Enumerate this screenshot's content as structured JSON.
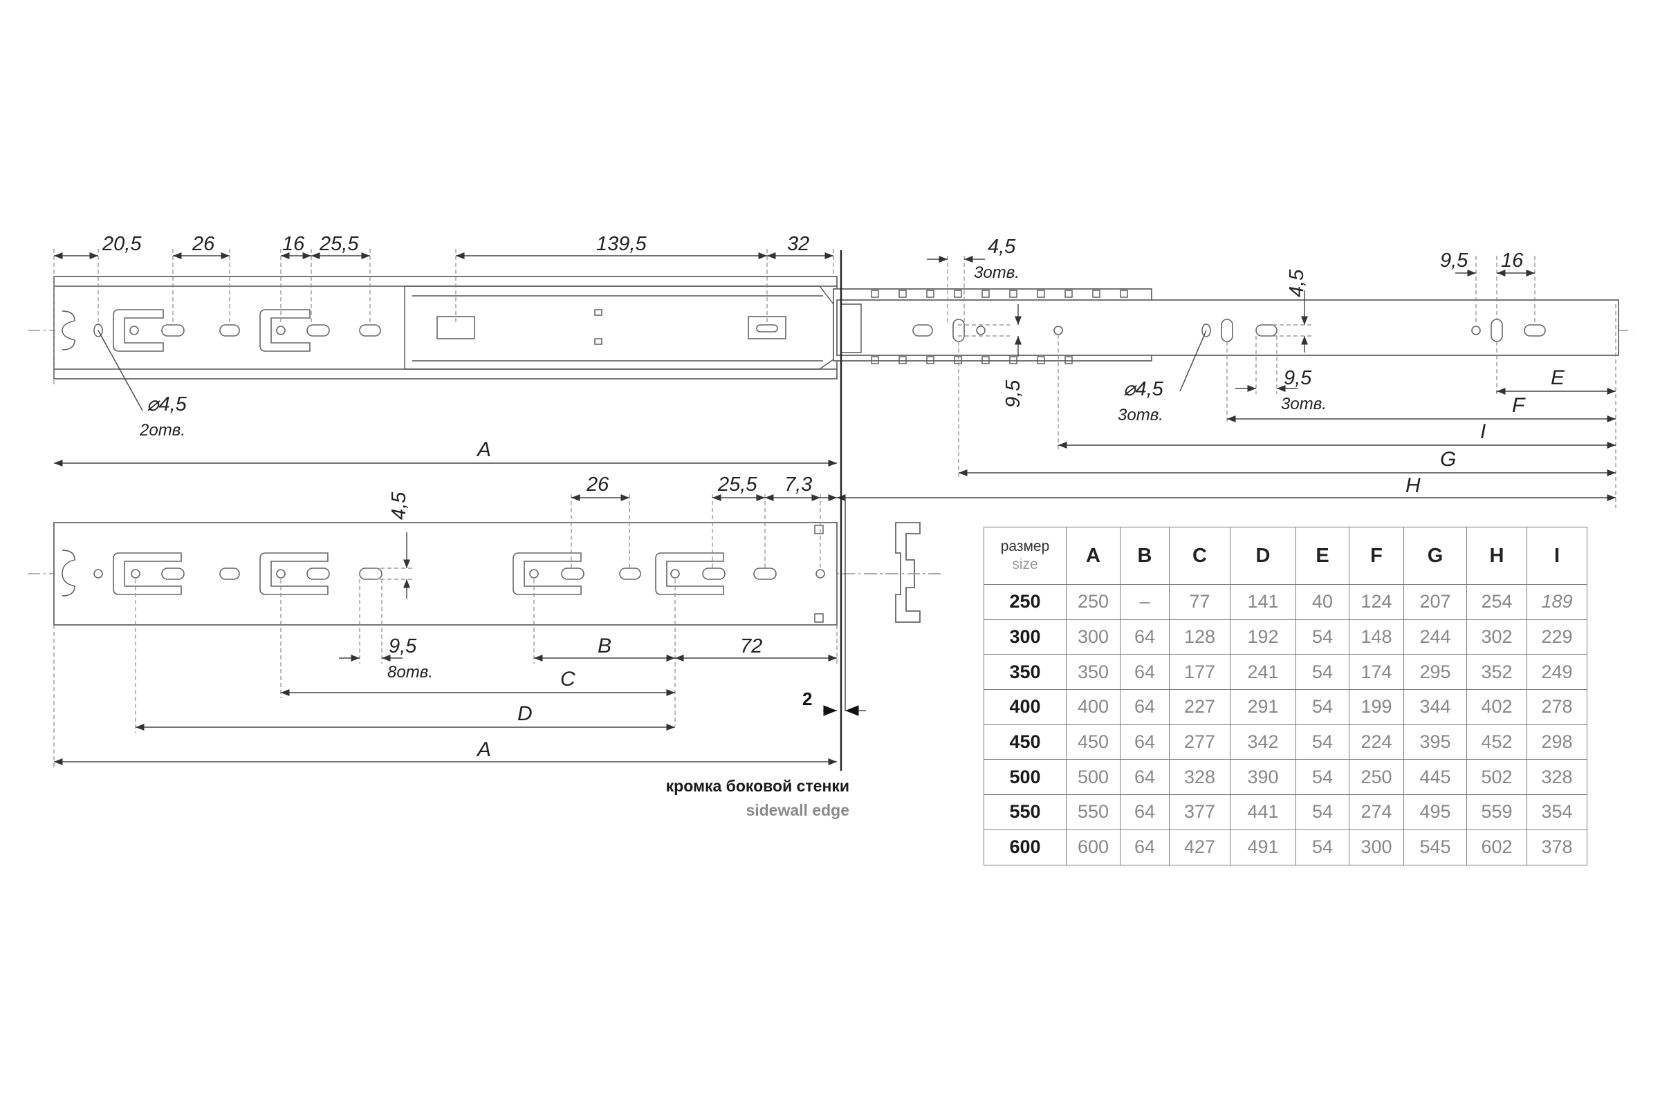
{
  "top_view": {
    "dims": [
      "20,5",
      "26",
      "16",
      "25,5",
      "139,5",
      "32"
    ],
    "hole_note": {
      "dia": "⌀4,5",
      "count": "2отв."
    },
    "length_label": "A"
  },
  "extension_view": {
    "hole_top": {
      "size": "4,5",
      "count": "3отв."
    },
    "vert_dim": "9,5",
    "hole_round": {
      "dia": "⌀4,5",
      "count": "3отв."
    },
    "vert_dim_right": "4,5",
    "slot": {
      "size": "9,5",
      "count": "3отв."
    },
    "dims_right": [
      "9,5",
      "16"
    ],
    "labels": [
      "E",
      "F",
      "I",
      "G",
      "H"
    ]
  },
  "bottom_view": {
    "vert_dim": "4,5",
    "dims": [
      "26",
      "25,5",
      "7,3"
    ],
    "slot": {
      "size": "9,5",
      "count": "8отв."
    },
    "labels": [
      "B",
      "C",
      "D",
      "A"
    ],
    "offset_72": "72",
    "gap": "2"
  },
  "edge_caption": {
    "ru": "кромка боковой стенки",
    "en": "sidewall edge"
  },
  "table": {
    "corner_ru": "размер",
    "corner_en": "size",
    "headers": [
      "A",
      "B",
      "C",
      "D",
      "E",
      "F",
      "G",
      "H",
      "I"
    ],
    "rows": [
      [
        "250",
        "250",
        "–",
        "77",
        "141",
        "40",
        "124",
        "207",
        "254",
        "189"
      ],
      [
        "300",
        "300",
        "64",
        "128",
        "192",
        "54",
        "148",
        "244",
        "302",
        "229"
      ],
      [
        "350",
        "350",
        "64",
        "177",
        "241",
        "54",
        "174",
        "295",
        "352",
        "249"
      ],
      [
        "400",
        "400",
        "64",
        "227",
        "291",
        "54",
        "199",
        "344",
        "402",
        "278"
      ],
      [
        "450",
        "450",
        "64",
        "277",
        "342",
        "54",
        "224",
        "395",
        "452",
        "298"
      ],
      [
        "500",
        "500",
        "64",
        "328",
        "390",
        "54",
        "250",
        "445",
        "502",
        "328"
      ],
      [
        "550",
        "550",
        "64",
        "377",
        "441",
        "54",
        "274",
        "495",
        "559",
        "354"
      ],
      [
        "600",
        "600",
        "64",
        "427",
        "491",
        "54",
        "300",
        "545",
        "602",
        "378"
      ]
    ]
  }
}
